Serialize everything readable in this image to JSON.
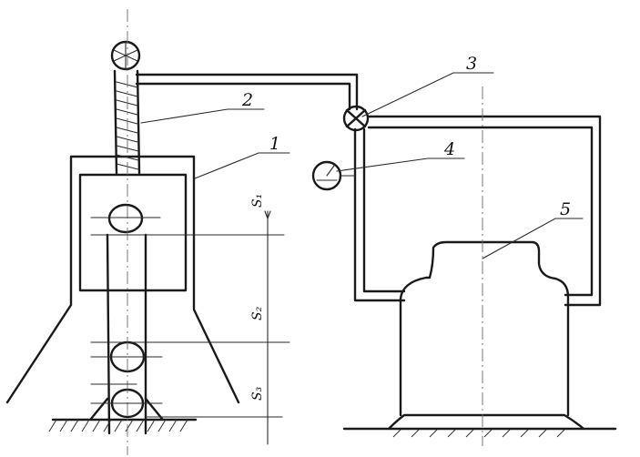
{
  "labels": {
    "body": "1",
    "screw": "2",
    "valve": "3",
    "gauge": "4",
    "part": "5"
  },
  "dimensions": {
    "s1": "S₁",
    "s2": "S₂",
    "s3": "S₃"
  }
}
